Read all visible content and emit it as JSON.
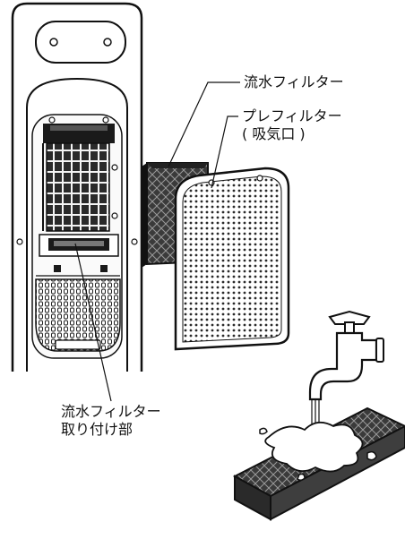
{
  "labels": {
    "water_filter": "流水フィルター",
    "pre_filter": "プレフィルター",
    "intake": "( 吸気口 )",
    "mount_line1": "流水フィルター",
    "mount_line2": "取り付け部"
  },
  "colors": {
    "line": "#111111",
    "fill": "#ffffff",
    "dark": "#1a1a1a",
    "mesh": "#666666"
  }
}
